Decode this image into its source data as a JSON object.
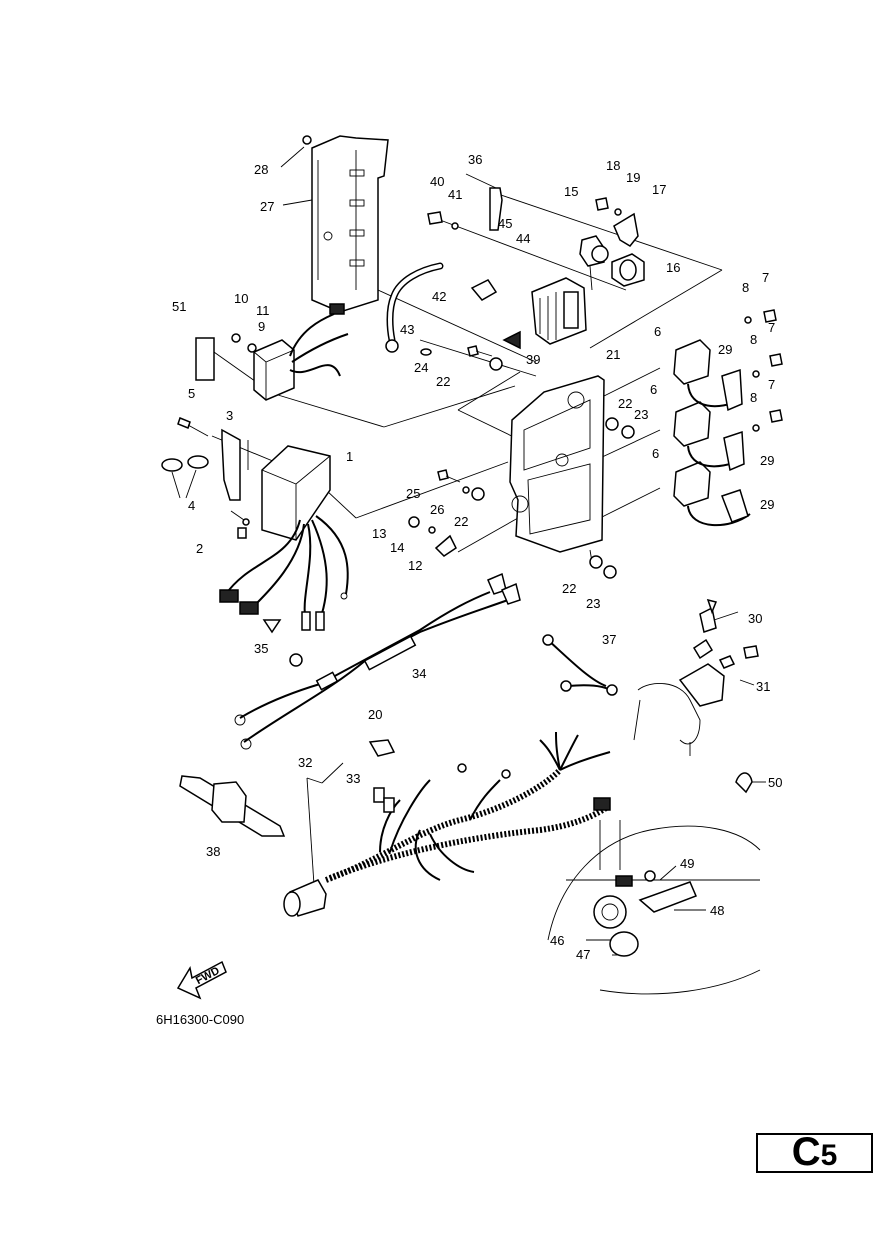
{
  "callouts": [
    "1",
    "2",
    "3",
    "4",
    "5",
    "6",
    "6",
    "6",
    "7",
    "7",
    "7",
    "8",
    "8",
    "8",
    "9",
    "10",
    "11",
    "12",
    "13",
    "14",
    "15",
    "16",
    "17",
    "18",
    "19",
    "20",
    "21",
    "22",
    "22",
    "22",
    "22",
    "23",
    "23",
    "24",
    "25",
    "26",
    "27",
    "28",
    "29",
    "29",
    "29",
    "30",
    "31",
    "32",
    "33",
    "34",
    "35",
    "36",
    "37",
    "38",
    "39",
    "40",
    "41",
    "42",
    "43",
    "44",
    "45",
    "46",
    "47",
    "48",
    "49",
    "50",
    "51"
  ],
  "fwd_label": "FWD",
  "figure_code": "6H16300-C090",
  "section": {
    "letter": "C",
    "number": "5"
  }
}
